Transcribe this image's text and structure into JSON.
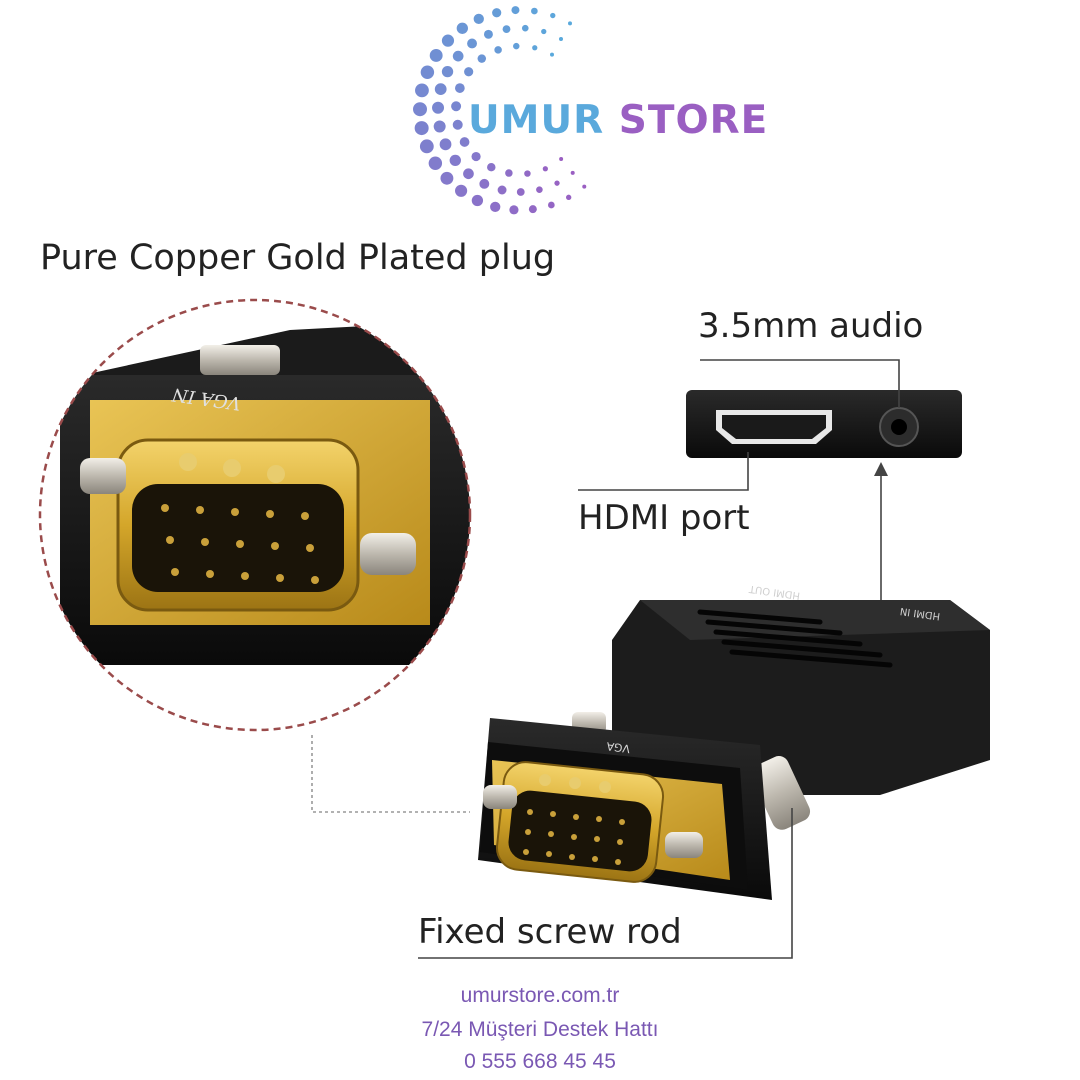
{
  "brand": {
    "name_part1": "UMUR",
    "name_part2": "STORE"
  },
  "colors": {
    "brand_blue": "#5aa9dc",
    "brand_purple": "#9a5fc2",
    "footer_purple": "#7a58b3",
    "gold": "#d4a62a",
    "body_black": "#141414"
  },
  "callouts": {
    "plug": "Pure Copper Gold Plated plug",
    "audio": "3.5mm audio",
    "hdmi": "HDMI port",
    "screw": "Fixed screw rod"
  },
  "product_markings": {
    "vga_in": "VGA IN",
    "vga": "VGA",
    "hdmi_out": "HDMI OUT",
    "hdmi_in": "HDMI IN"
  },
  "footer": {
    "website": "umurstore.com.tr",
    "support": "7/24 Müşteri Destek Hattı",
    "phone": "0 555 668 45 45"
  }
}
